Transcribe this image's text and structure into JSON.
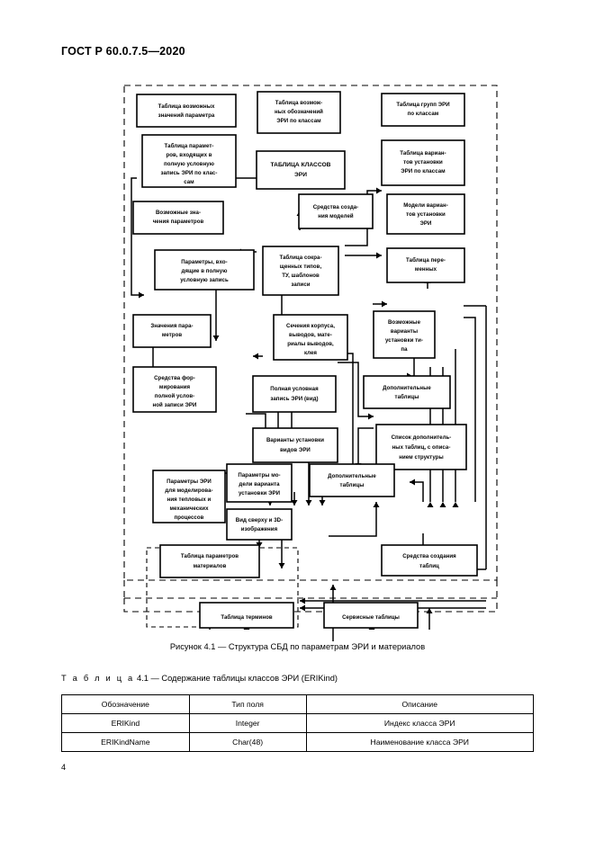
{
  "header": {
    "standard": "ГОСТ Р 60.0.7.5—2020"
  },
  "figure": {
    "caption": "Рисунок 4.1  — Структура СБД по параметрам ЭРИ и материалов",
    "nodes": {
      "n1": "Таблица возможных значений параметра",
      "n2": "Таблица возможных обозначений ЭРИ по классам",
      "n3": "Таблица групп ЭРИ по классам",
      "n4": "Таблица параметров, входящих в полную условную запись ЭРИ по классам",
      "n5": "ТАБЛИЦА КЛАССОВ ЭРИ",
      "n6": "Таблица вариантов установки ЭРИ по классам",
      "n7": "Возможные значения параметров",
      "n8": "Средства создания моделей",
      "n9": "Модели вариантов установки ЭРИ",
      "n10": "Параметры, входящие в полную условную запись",
      "n11": "Таблица сокращенных типов, ТУ, шаблонов записи",
      "n12": "Таблица переменных",
      "n13": "Значения параметров",
      "n14": "Сечения корпуса, выводов, материалы выводов, клея",
      "n15": "Возможные варианты установки типа",
      "n16": "Средства формирования полной условной записи ЭРИ",
      "n17": "Полная условная запись ЭРИ (вид)",
      "n18": "Дополнительные таблицы",
      "n19": "Варианты установки видов ЭРИ",
      "n20": "Список дополнительных таблиц, с описанием структуры",
      "n21": "Параметры ЭРИ для моделирования тепловых и механических процессов",
      "n22": "Параметры модели варианта установки ЭРИ",
      "n23": "Вид сверху и 3D-изображения",
      "n24": "Дополнительные таблицы",
      "n25": "Таблица параметров материалов",
      "n26": "Средства создания таблиц",
      "n27": "Таблица терминов",
      "n28": "Сервисные таблицы"
    }
  },
  "table": {
    "caption_label": "Т а б л и ц а",
    "caption_rest": "4.1 — Содержание таблицы классов ЭРИ (ERIKind)",
    "headers": [
      "Обозначение",
      "Тип поля",
      "Описание"
    ],
    "rows": [
      [
        "ERIKind",
        "Integer",
        "Индекс класса ЭРИ"
      ],
      [
        "ERIKindName",
        "Char(48)",
        "Наименование класса ЭРИ"
      ]
    ]
  },
  "footer": {
    "page_number": "4"
  }
}
